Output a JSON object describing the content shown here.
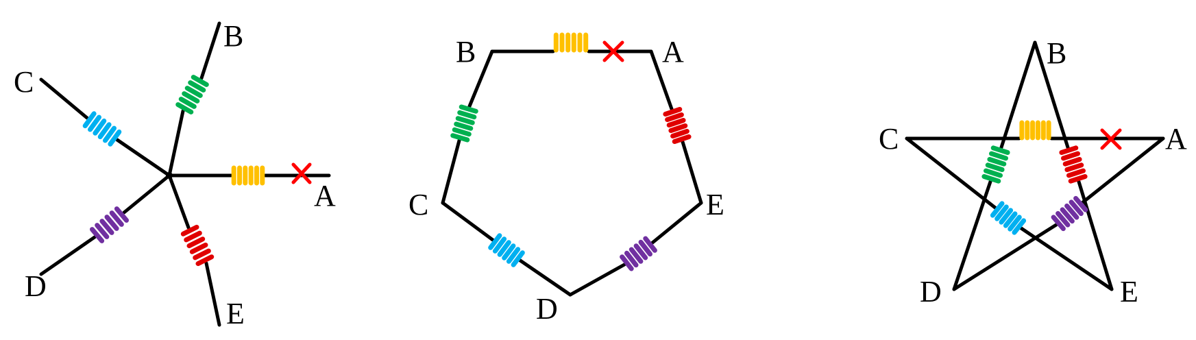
{
  "colors": {
    "wire": "#000000",
    "fault": "#ff0000",
    "A": "#ffc000",
    "B": "#00b050",
    "C": "#00b0f0",
    "D": "#7030a0",
    "E": "#e00000"
  },
  "diagrams": [
    {
      "id": "star",
      "labels": {
        "A": "A",
        "B": "B",
        "C": "C",
        "D": "D",
        "E": "E"
      },
      "fault_marker": "red-x"
    },
    {
      "id": "pentagon",
      "labels": {
        "A": "A",
        "B": "B",
        "C": "C",
        "D": "D",
        "E": "E"
      },
      "fault_marker": "red-x"
    },
    {
      "id": "pentagram",
      "labels": {
        "A": "A",
        "B": "B",
        "C": "C",
        "D": "D",
        "E": "E"
      },
      "fault_marker": "red-x"
    }
  ]
}
